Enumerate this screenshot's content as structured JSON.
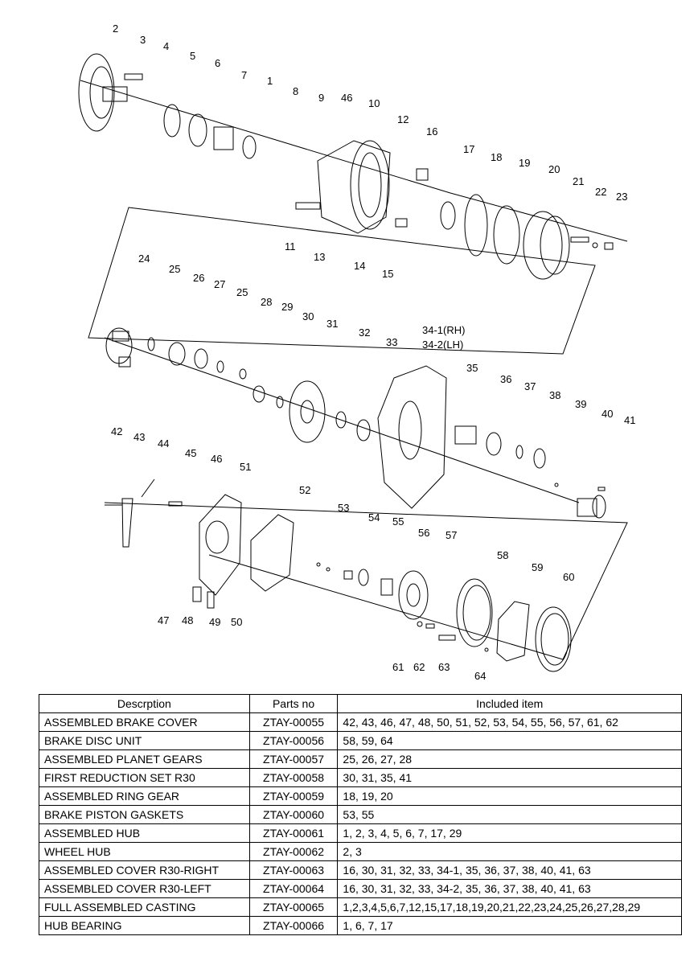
{
  "table": {
    "headers": [
      "Descrption",
      "Parts no",
      "Included item"
    ],
    "rows": [
      {
        "desc": "ASSEMBLED BRAKE COVER",
        "part": "ZTAY-00055",
        "items": "42, 43, 46, 47, 48, 50, 51, 52, 53, 54, 55, 56, 57, 61, 62"
      },
      {
        "desc": "BRAKE DISC UNIT",
        "part": "ZTAY-00056",
        "items": "58, 59, 64"
      },
      {
        "desc": "ASSEMBLED PLANET GEARS",
        "part": "ZTAY-00057",
        "items": "25, 26, 27, 28"
      },
      {
        "desc": "FIRST REDUCTION SET R30",
        "part": "ZTAY-00058",
        "items": "30, 31, 35, 41"
      },
      {
        "desc": "ASSEMBLED RING GEAR",
        "part": "ZTAY-00059",
        "items": "18, 19, 20"
      },
      {
        "desc": "BRAKE PISTON GASKETS",
        "part": "ZTAY-00060",
        "items": "53, 55"
      },
      {
        "desc": "ASSEMBLED HUB",
        "part": "ZTAY-00061",
        "items": "1, 2, 3, 4, 5, 6, 7, 17, 29"
      },
      {
        "desc": "WHEEL HUB",
        "part": "ZTAY-00062",
        "items": "2, 3"
      },
      {
        "desc": "ASSEMBLED COVER R30-RIGHT",
        "part": "ZTAY-00063",
        "items": "16, 30, 31, 32, 33, 34-1, 35, 36, 37, 38, 40, 41, 63"
      },
      {
        "desc": "ASSEMBLED COVER R30-LEFT",
        "part": "ZTAY-00064",
        "items": "16, 30, 31, 32, 33, 34-2, 35, 36, 37, 38, 40, 41, 63"
      },
      {
        "desc": "FULL ASSEMBLED CASTING",
        "part": "ZTAY-00065",
        "items": "1,2,3,4,5,6,7,12,15,17,18,19,20,21,22,23,24,25,26,27,28,29"
      },
      {
        "desc": "HUB BEARING",
        "part": "ZTAY-00066",
        "items": "1, 6, 7, 17"
      }
    ]
  },
  "callouts": [
    "1",
    "2",
    "3",
    "4",
    "5",
    "6",
    "7",
    "8",
    "9",
    "10",
    "11",
    "12",
    "13",
    "14",
    "15",
    "16",
    "17",
    "18",
    "19",
    "20",
    "21",
    "22",
    "23",
    "24",
    "25",
    "26",
    "27",
    "25",
    "28",
    "29",
    "30",
    "31",
    "32",
    "33",
    "34-1(RH)",
    "34-2(LH)",
    "35",
    "36",
    "37",
    "38",
    "39",
    "40",
    "41",
    "42",
    "43",
    "44",
    "45",
    "46",
    "47",
    "48",
    "49",
    "50",
    "51",
    "52",
    "53",
    "54",
    "55",
    "56",
    "57",
    "58",
    "59",
    "60",
    "61",
    "62",
    "63",
    "64",
    "46"
  ]
}
